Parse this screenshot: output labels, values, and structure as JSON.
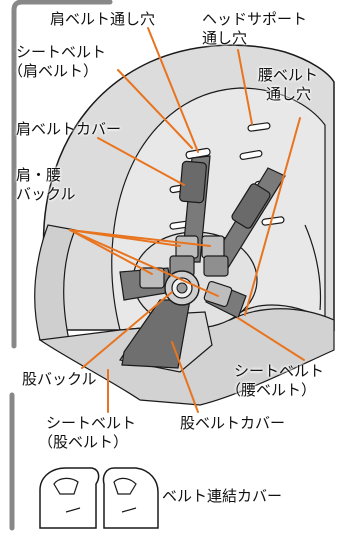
{
  "colors": {
    "leader": "#e8741f",
    "outline": "#1a1a1a",
    "seat_fill": "#dcdcdc",
    "belt_fill": "#7a7a7a",
    "buckle_fill": "#bdbdbd"
  },
  "labels": {
    "shoulder_belt_hole": "肩ベルト通し穴",
    "headrest_hole_line1": "ヘッドサポート",
    "headrest_hole_line2": "通し穴",
    "seatbelt_shoulder_line1": "シートベルト",
    "seatbelt_shoulder_line2": "（肩ベルト）",
    "waist_belt_hole_line1": "腰ベルト",
    "waist_belt_hole_line2": "通し穴",
    "shoulder_belt_cover": "肩ベルトカバー",
    "shoulder_waist_buckle_line1": "肩・腰",
    "shoulder_waist_buckle_line2": "バックル",
    "seatbelt_waist_line1": "シートベルト",
    "seatbelt_waist_line2": "（腰ベルト）",
    "crotch_buckle": "股バックル",
    "seatbelt_crotch_line1": "シートベルト",
    "seatbelt_crotch_line2": "（股ベルト）",
    "crotch_belt_cover": "股ベルトカバー",
    "belt_connection_cover": "ベルト連結カバー"
  }
}
